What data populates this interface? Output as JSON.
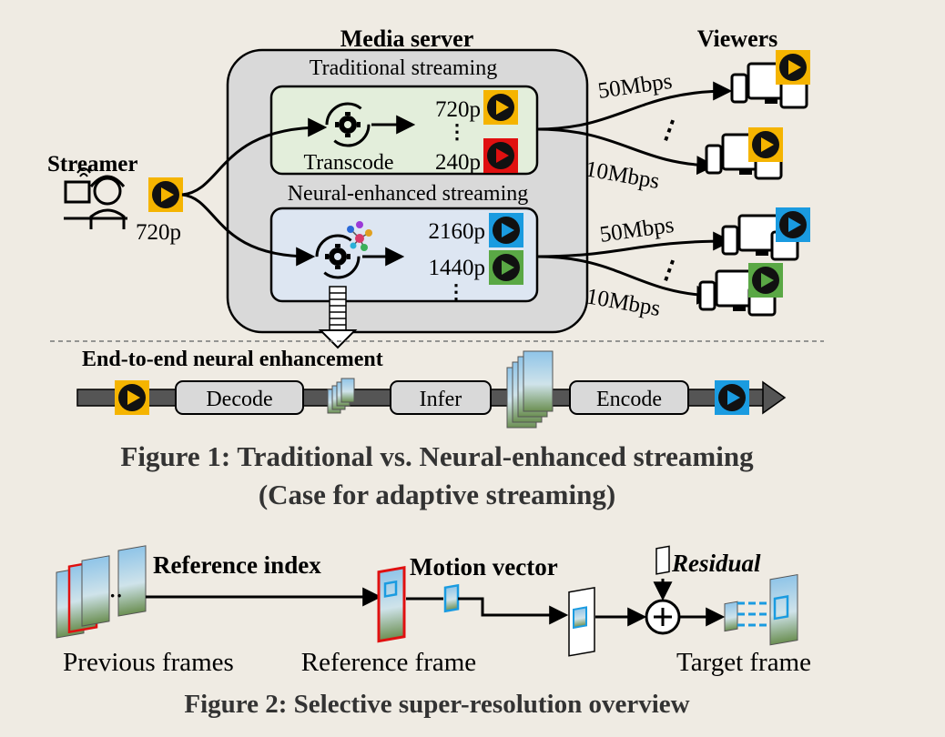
{
  "fig1": {
    "media_server": "Media server",
    "viewers": "Viewers",
    "traditional": "Traditional streaming",
    "neural": "Neural-enhanced streaming",
    "streamer": "Streamer",
    "streamer_res": "720p",
    "transcode": "Transcode",
    "trad_res_top": "720p",
    "trad_res_bottom": "240p",
    "neural_res_top": "2160p",
    "neural_res_bottom": "1440p",
    "bw_trad_high": "50Mbps",
    "bw_trad_low": "10Mbps",
    "bw_neural_high": "50Mbps",
    "bw_neural_low": "10Mbps",
    "e2e_title": "End-to-end neural enhancement",
    "pipeline": [
      "Decode",
      "Infer",
      "Encode"
    ],
    "caption_line1": "Figure 1: Traditional vs. Neural-enhanced streaming",
    "caption_line2": "(Case for adaptive streaming)"
  },
  "fig2": {
    "reference_index": "Reference index",
    "motion_vector": "Motion vector",
    "residual": "Residual",
    "previous_frames": "Previous frames",
    "reference_frame": "Reference frame",
    "target_frame": "Target frame",
    "caption": "Figure 2: Selective super-resolution overview"
  },
  "colors": {
    "background": "#efebe3",
    "yellow": "#f5b400",
    "red": "#e01010",
    "blue": "#1a9be0",
    "green": "#5aa845",
    "server_fill": "#d9d9d9",
    "trad_fill": "#e3eedb",
    "neural_fill": "#dde6f2"
  }
}
